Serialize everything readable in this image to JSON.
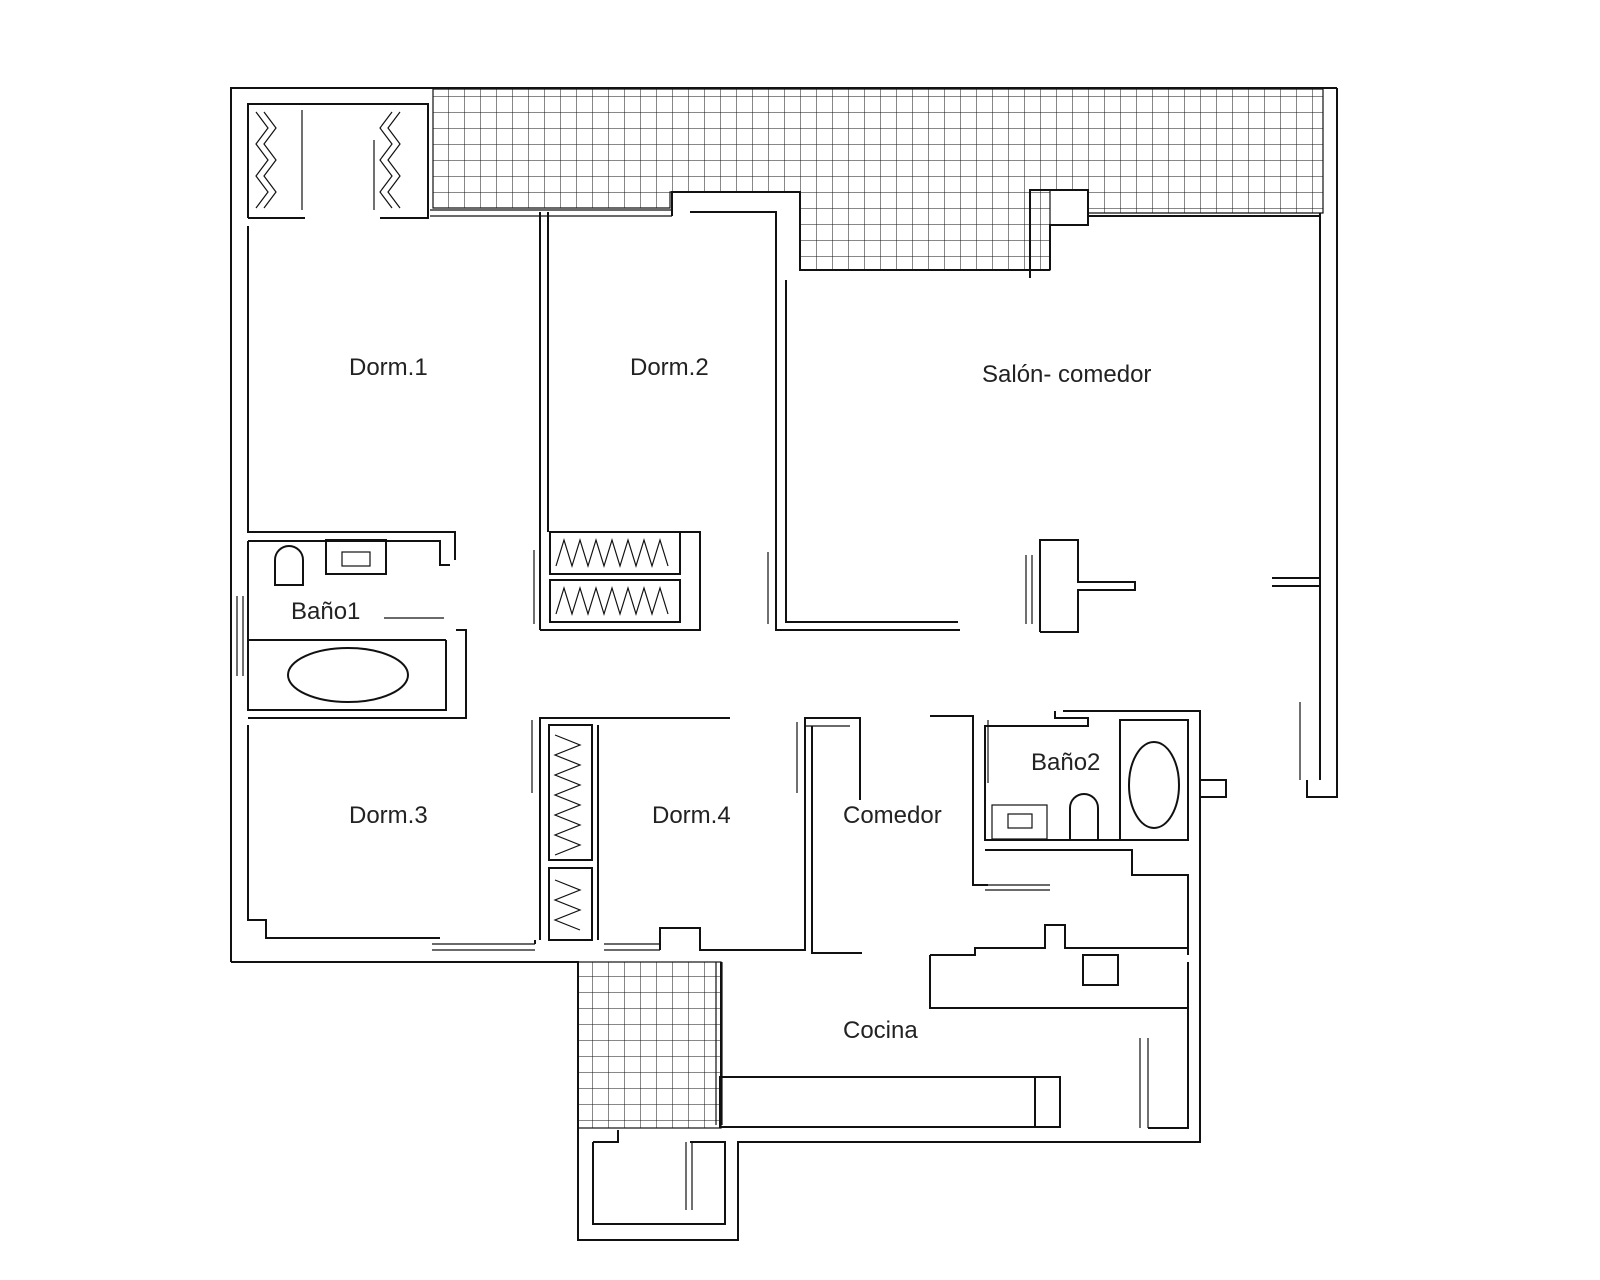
{
  "rooms": {
    "dorm1": "Dorm.1",
    "dorm2": "Dorm.2",
    "salon": "Salón- comedor",
    "bano1": "Baño1",
    "dorm3": "Dorm.3",
    "dorm4": "Dorm.4",
    "comedor": "Comedor",
    "bano2": "Baño2",
    "cocina": "Cocina"
  },
  "colors": {
    "line": "#111111",
    "background": "#ffffff"
  }
}
